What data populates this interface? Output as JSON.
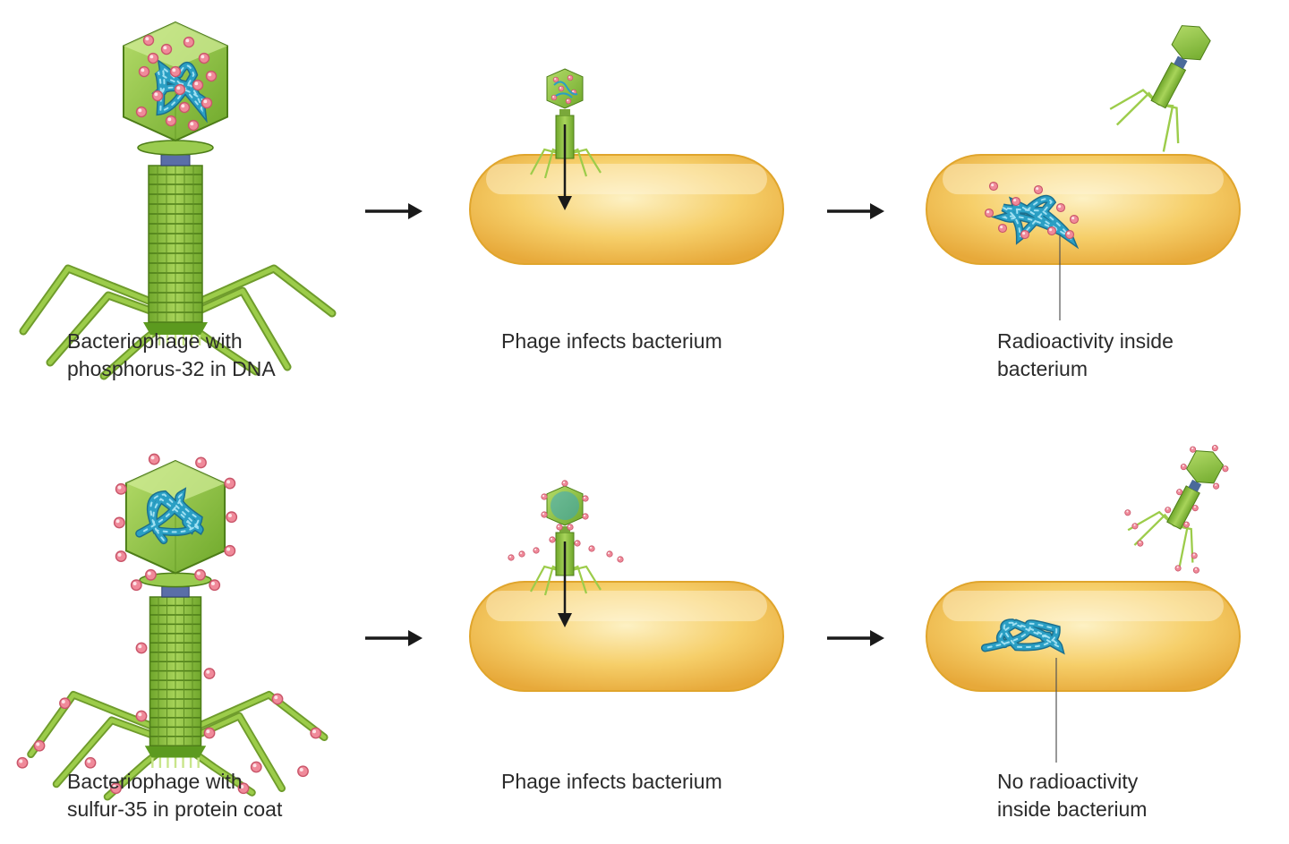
{
  "rows": [
    {
      "phage_caption": [
        "Bacteriophage with",
        "phosphorus-32 in DNA"
      ],
      "infect_caption": [
        "Phage infects bacterium"
      ],
      "result_caption": [
        "Radioactivity inside",
        "bacterium"
      ],
      "label_location": "dna"
    },
    {
      "phage_caption": [
        "Bacteriophage with",
        "sulfur-35 in protein coat"
      ],
      "infect_caption": [
        "Phage infects bacterium"
      ],
      "result_caption": [
        "No radioactivity",
        "inside bacterium"
      ],
      "label_location": "protein-coat"
    }
  ],
  "colors": {
    "phage_green": "#8cc63f",
    "phage_dark": "#5c9a1f",
    "dna_blue": "#2a9fc4",
    "radioactive_pink": "#f08a9a",
    "bacterium_fill": "#f6cf6a",
    "bacterium_edge": "#e0a52c",
    "arrow": "#1a1a1a"
  }
}
